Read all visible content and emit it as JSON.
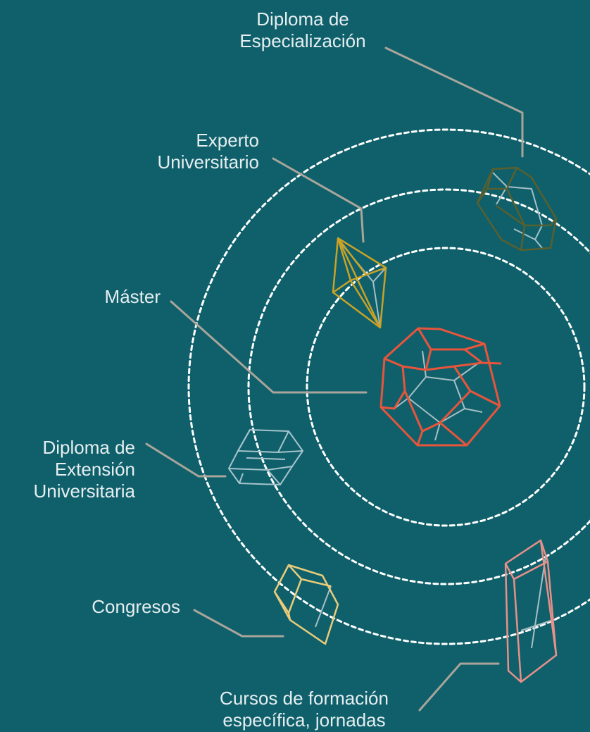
{
  "colors": {
    "background": "#0f606b",
    "orbit": "#ffffff",
    "leader": "#a9a59a",
    "label_text": "#e6eef0"
  },
  "labels": {
    "especializacion": {
      "line1": "Diploma de",
      "line2": "Especialización"
    },
    "experto": {
      "line1": "Experto",
      "line2": "Universitario"
    },
    "master": {
      "line1": "Máster"
    },
    "extension": {
      "line1": "Diploma de",
      "line2": "Extensión",
      "line3": "Universitaria"
    },
    "congresos": {
      "line1": "Congresos"
    },
    "cursos": {
      "line1": "Cursos de formación",
      "line2": "específica,  jornadas"
    }
  },
  "shapes": {
    "master": {
      "icon": "dodecahedron-icon",
      "color": "#e8553b"
    },
    "experto": {
      "icon": "bipyramid-icon",
      "color": "#c9a227"
    },
    "especializacion": {
      "icon": "truncated-octahedron-icon",
      "color": "#5a5f2e"
    },
    "extension": {
      "icon": "hexagonal-prism-icon",
      "color": "#a7c4cc"
    },
    "congresos": {
      "icon": "cube-icon",
      "color": "#e9cc7a"
    },
    "cursos": {
      "icon": "cube-icon",
      "color": "#e8908a"
    }
  }
}
